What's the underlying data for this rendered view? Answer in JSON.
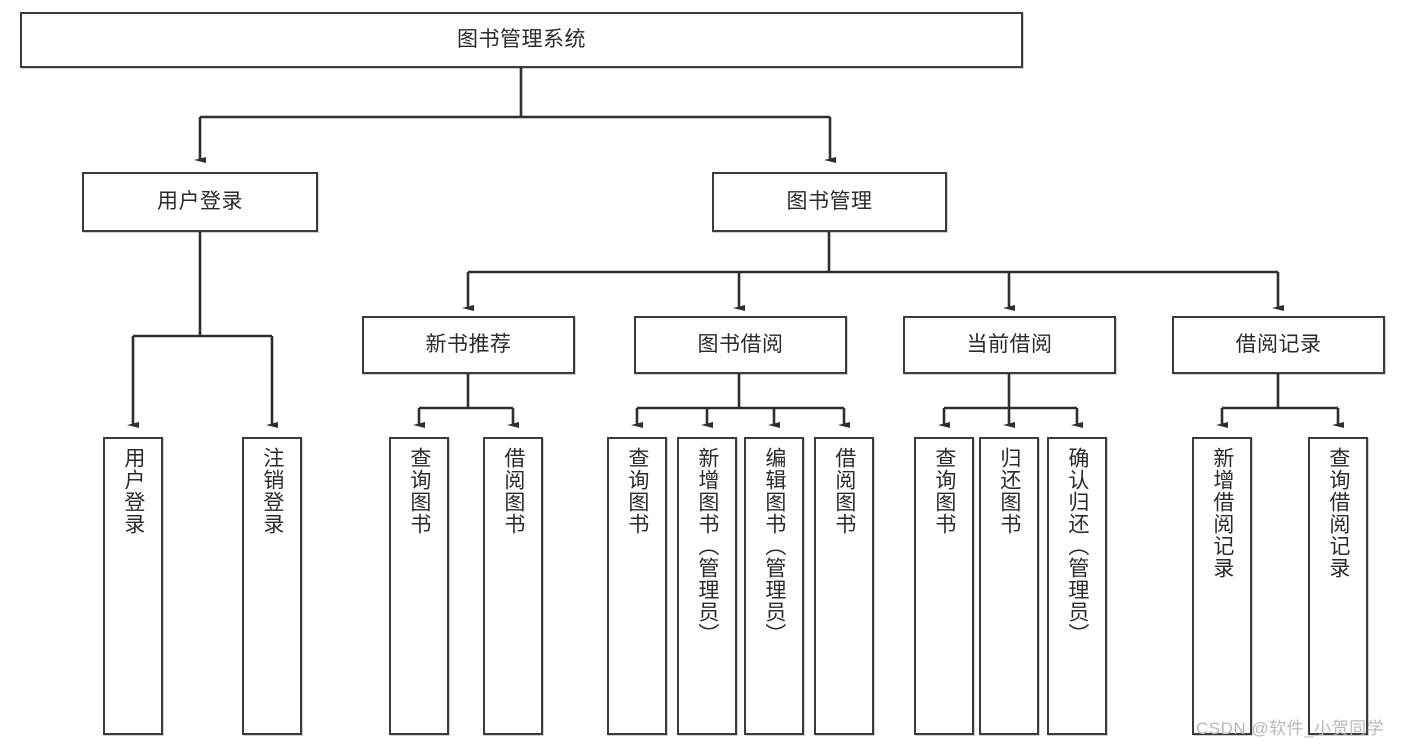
{
  "diagram": {
    "type": "tree-hierarchy-chart",
    "title": "图书管理系统",
    "root": {
      "label": "图书管理系统"
    },
    "level2": [
      {
        "label": "用户登录"
      },
      {
        "label": "图书管理"
      }
    ],
    "level3": [
      {
        "label": "新书推荐"
      },
      {
        "label": "图书借阅"
      },
      {
        "label": "当前借阅"
      },
      {
        "label": "借阅记录"
      }
    ],
    "leaves": {
      "user_login": [
        {
          "label": "用户登录"
        },
        {
          "label": "注销登录"
        }
      ],
      "new_book_recommend": [
        {
          "label": "查询图书"
        },
        {
          "label": "借阅图书"
        }
      ],
      "book_borrow": [
        {
          "label": "查询图书"
        },
        {
          "label": "新增图书（管理员）"
        },
        {
          "label": "编辑图书（管理员）"
        },
        {
          "label": "借阅图书"
        }
      ],
      "current_borrow": [
        {
          "label": "查询图书"
        },
        {
          "label": "归还图书"
        },
        {
          "label": "确认归还（管理员）"
        }
      ],
      "borrow_record": [
        {
          "label": "新增借阅记录"
        },
        {
          "label": "查询借阅记录"
        }
      ]
    }
  },
  "watermark": {
    "text": "CSDN @软件_小贺同学"
  },
  "colors": {
    "border": "#3b3b3b",
    "text": "#2b2b2b",
    "background": "#ffffff",
    "watermark": "#b9b9b9"
  }
}
